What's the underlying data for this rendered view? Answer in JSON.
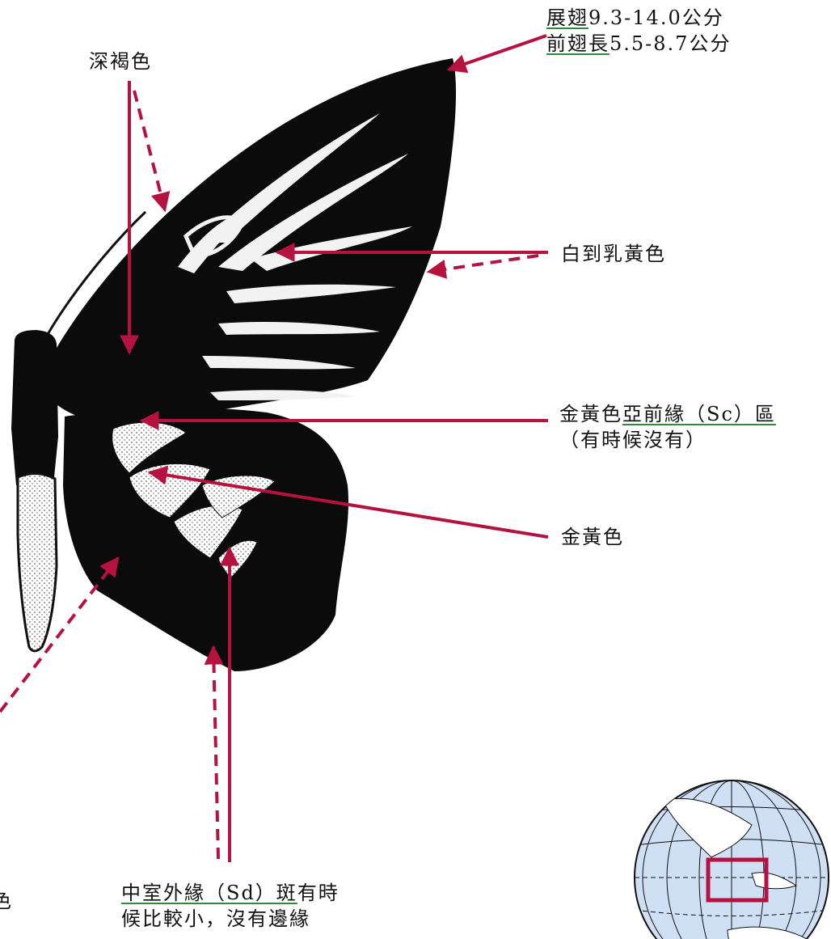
{
  "labels": {
    "wingspan": {
      "term1": "展翅",
      "value1": "9.3-14.0公分",
      "term2": "前翅長",
      "value2": "5.5-8.7公分"
    },
    "dark_brown": "深褐色",
    "white_cream": "白到乳黃色",
    "sc_area": {
      "prefix": "金黃色",
      "term": "亞前緣（Sc）區",
      "note": "（有時候沒有）"
    },
    "golden": "金黃色",
    "sd_spot": {
      "term": "中室外緣（Sd）斑",
      "rest1": "有時",
      "line2": "候比較小，沒有邊緣"
    },
    "edge_char": "色"
  },
  "colors": {
    "arrow": "#b5123f",
    "term_underline": "#2e8b3a",
    "wing": "#0b0b0b",
    "globe_ocean": "#cfe0f4",
    "globe_box": "#b5123f"
  },
  "icons": {
    "locator_map": "globe-map-icon"
  }
}
